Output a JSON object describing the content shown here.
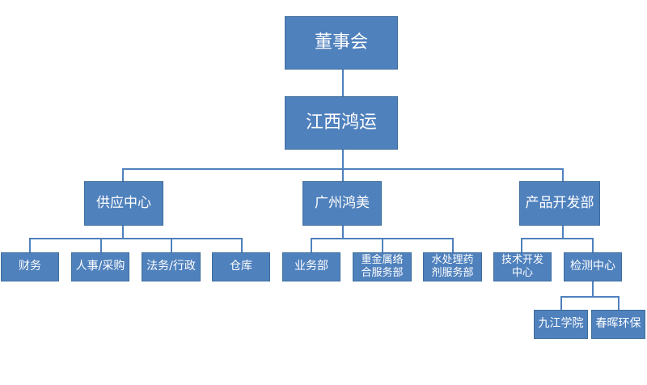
{
  "colors": {
    "box": "#4f81bd",
    "border": "#3f6e9c",
    "connector": "#4f81bd",
    "text": "#ffffff"
  },
  "nodes": {
    "board": "董事会",
    "company": "江西鸿运",
    "supply_center": "供应中心",
    "finance": "财务",
    "hr_purchasing": "人事/采购",
    "legal_admin": "法务/行政",
    "warehouse": "仓库",
    "guangzhou": "广州鸿美",
    "business_dept": "业务部",
    "heavy_metal": [
      "重金属络",
      "合服务部"
    ],
    "water_agent": [
      "水处理药",
      "剂服务部"
    ],
    "product_dev": "产品开发部",
    "tech_dev": [
      "技术开发",
      "中心"
    ],
    "testing_center": "检测中心",
    "jiujiang": "九江学院",
    "chunhui": "春晖环保"
  }
}
